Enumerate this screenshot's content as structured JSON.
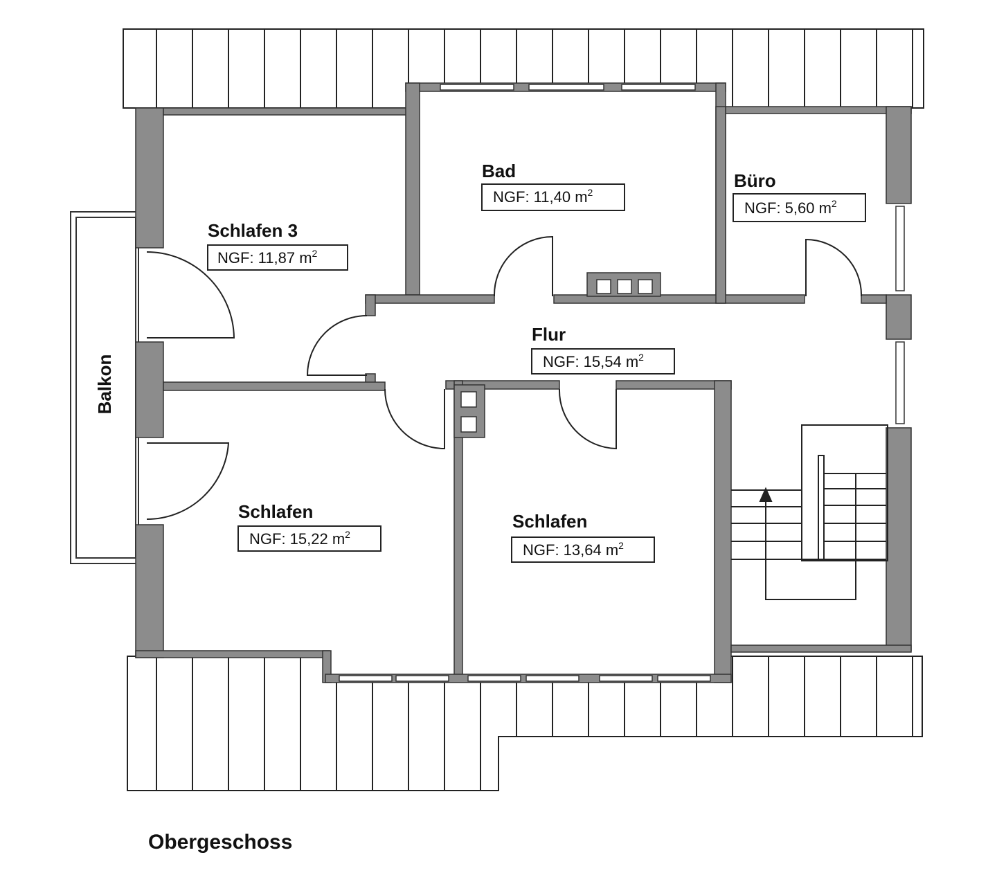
{
  "title": "Obergeschoss",
  "rooms": [
    {
      "id": "bad",
      "name": "Bad",
      "area_prefix": "NGF: 11,40 m",
      "unit_exp": "2"
    },
    {
      "id": "buero",
      "name": "Büro",
      "area_prefix": "NGF: 5,60 m",
      "unit_exp": "2"
    },
    {
      "id": "schlafen3",
      "name": "Schlafen 3",
      "area_prefix": "NGF: 11,87 m",
      "unit_exp": "2"
    },
    {
      "id": "flur",
      "name": "Flur",
      "area_prefix": "NGF: 15,54 m",
      "unit_exp": "2"
    },
    {
      "id": "schlafen-left",
      "name": "Schlafen",
      "area_prefix": "NGF: 15,22 m",
      "unit_exp": "2"
    },
    {
      "id": "schlafen-right",
      "name": "Schlafen",
      "area_prefix": "NGF: 13,64 m",
      "unit_exp": "2"
    }
  ],
  "balcony": {
    "name": "Balkon"
  },
  "colors": {
    "wall": "#8c8c8c",
    "line": "#222222",
    "background": "#ffffff"
  }
}
